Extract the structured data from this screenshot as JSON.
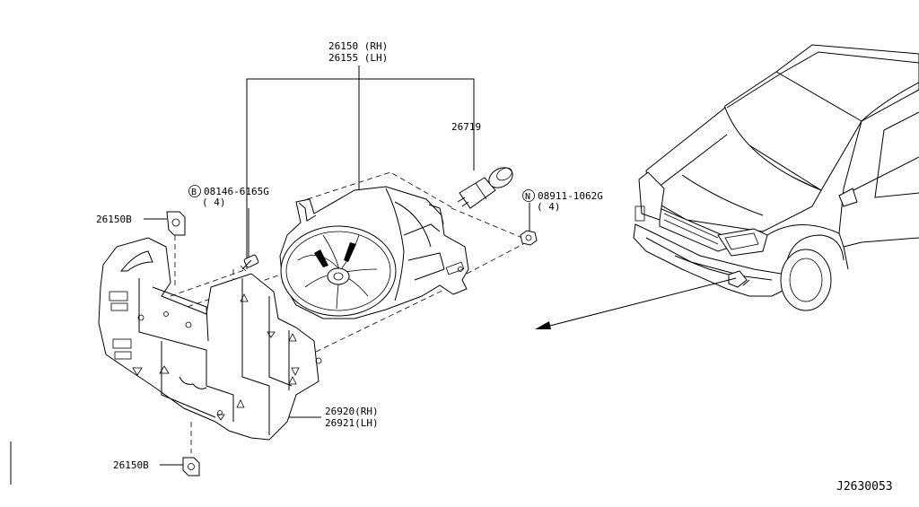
{
  "parts": {
    "lamp_rh": "26150 (RH)",
    "lamp_lh": "26155 (LH)",
    "bulb": "26719",
    "bolt_symbol": "B",
    "bolt_code": "08146-6165G",
    "bolt_qty": "( 4)",
    "nut_symbol": "N",
    "nut_code": "08911-1062G",
    "nut_qty": "( 4)",
    "clip_upper": "26150B",
    "clip_lower": "26150B",
    "bracket_rh": "26920(RH)",
    "bracket_lh": "26921(LH)"
  },
  "diagram_code": "J2630053"
}
